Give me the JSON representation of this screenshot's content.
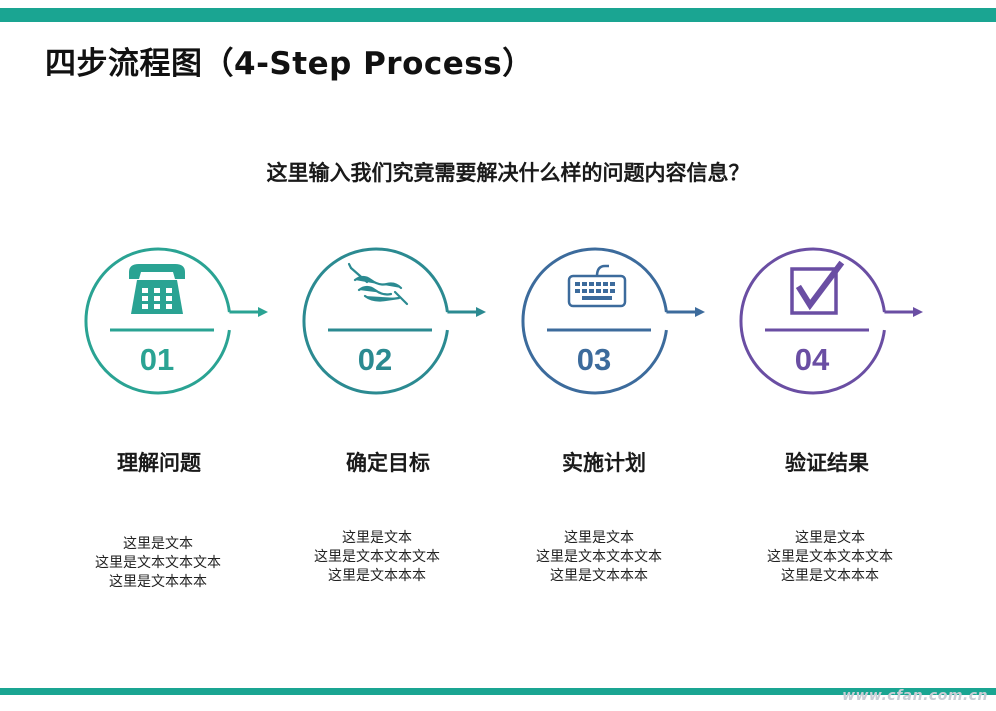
{
  "header": {
    "title": "四步流程图（4-Step Process）"
  },
  "question": "这里输入我们究竟需要解决什么样的问题内容信息？",
  "steps": [
    {
      "number": "01",
      "icon": "telephone-icon",
      "color": "#2aa393",
      "title": "理解问题",
      "desc": [
        "这里是文本",
        "这里是文本文本文本",
        "这里是文本本本"
      ]
    },
    {
      "number": "02",
      "icon": "writing-hand-icon",
      "color": "#2b8a91",
      "title": "确定目标",
      "desc": [
        "这里是文本",
        "这里是文本文本文本",
        "这里是文本本本"
      ]
    },
    {
      "number": "03",
      "icon": "keyboard-icon",
      "color": "#3c6b9c",
      "title": "实施计划",
      "desc": [
        "这里是文本",
        "这里是文本文本文本",
        "这里是文本本本"
      ]
    },
    {
      "number": "04",
      "icon": "checkbox-icon",
      "color": "#6a4ea3",
      "title": "验证结果",
      "desc": [
        "这里是文本",
        "这里是文本文本文本",
        "这里是文本本本"
      ]
    }
  ],
  "watermark": "www.cfan.com.cn",
  "colors": {
    "accent_bar": "#1aa592"
  }
}
